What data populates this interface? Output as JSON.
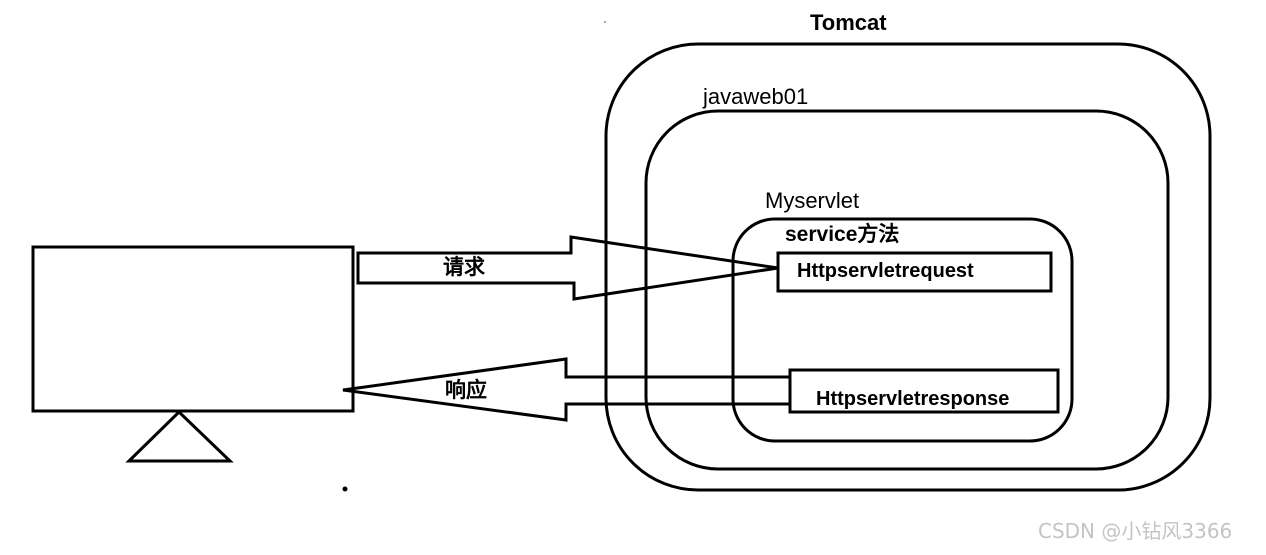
{
  "labels": {
    "container": "Tomcat",
    "webapp": "javaweb01",
    "servlet": "Myservlet",
    "service_method": "service方法",
    "request_object": "Httpservletrequest",
    "response_object": "Httpservletresponse",
    "request_arrow": "请求",
    "response_arrow": "响应"
  },
  "watermark": "CSDN @小钻风3366",
  "colors": {
    "stroke": "#000000",
    "background": "#ffffff",
    "watermark": "#c4c4c4"
  }
}
